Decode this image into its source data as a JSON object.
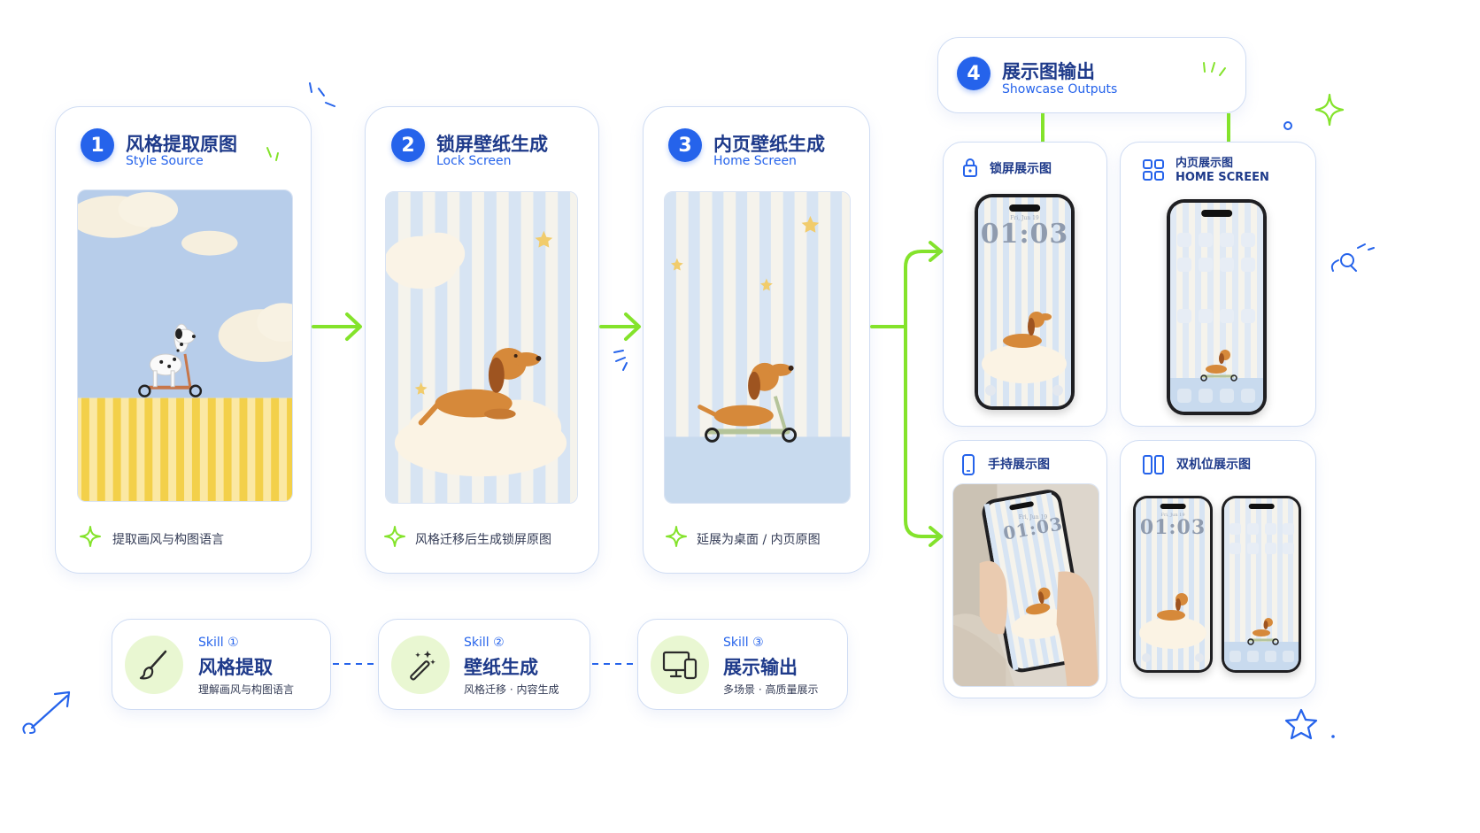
{
  "steps": [
    {
      "number": "1",
      "title": "风格提取原图",
      "subtitle": "Style Source",
      "caption": "提取画风与构图语言"
    },
    {
      "number": "2",
      "title": "锁屏壁纸生成",
      "subtitle": "Lock Screen",
      "caption": "风格迁移后生成锁屏原图"
    },
    {
      "number": "3",
      "title": "内页壁纸生成",
      "subtitle": "Home Screen",
      "caption": "延展为桌面 / 内页原图"
    }
  ],
  "outputs": {
    "number": "4",
    "title": "展示图输出",
    "subtitle": "Showcase Outputs",
    "panels": [
      {
        "title": "锁屏展示图",
        "subtitle": "",
        "icon": "lock-icon",
        "clock": "01:03",
        "date": "Fri, Jun 19"
      },
      {
        "title": "内页展示图",
        "subtitle": "HOME SCREEN",
        "icon": "grid-icon"
      },
      {
        "title": "手持展示图",
        "subtitle": "",
        "icon": "phone-icon",
        "clock": "01:03",
        "date": "Fri, Jun 19"
      },
      {
        "title": "双机位展示图",
        "subtitle": "",
        "icon": "dual-phone-icon",
        "clock": "01:03",
        "date": "Fri, Jun 19"
      }
    ]
  },
  "skills": [
    {
      "label": "Skill ①",
      "title": "风格提取",
      "desc": "理解画风与构图语言",
      "icon": "brush-icon"
    },
    {
      "label": "Skill ②",
      "title": "壁纸生成",
      "desc": "风格迁移 · 内容生成",
      "icon": "magic-wand-icon"
    },
    {
      "label": "Skill ③",
      "title": "展示输出",
      "desc": "多场景 · 高质量展示",
      "icon": "devices-icon"
    }
  ],
  "colors": {
    "accent_blue": "#2563eb",
    "dark_navy": "#1e3a8a",
    "arrow_green": "#84e32b",
    "card_border": "#cfdcf3",
    "skill_icon_bg": "#e9f7d2"
  }
}
